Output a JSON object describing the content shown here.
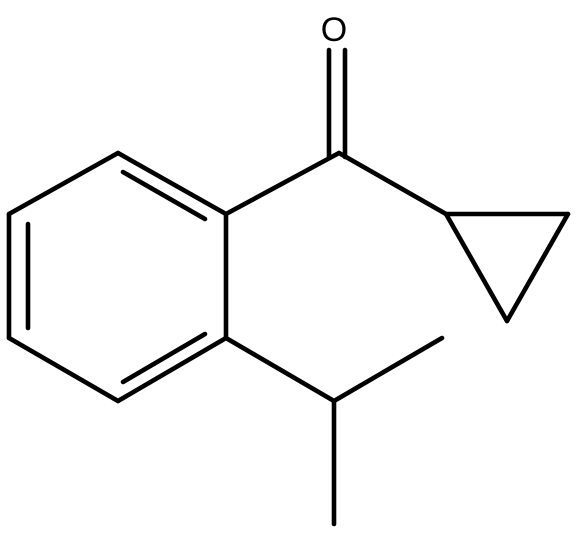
{
  "molecule": {
    "atoms": [
      {
        "id": "O1",
        "element": "O",
        "label": "O"
      }
    ]
  },
  "colors": {
    "bond": "#000000",
    "label": "#000000",
    "background": "#ffffff"
  }
}
